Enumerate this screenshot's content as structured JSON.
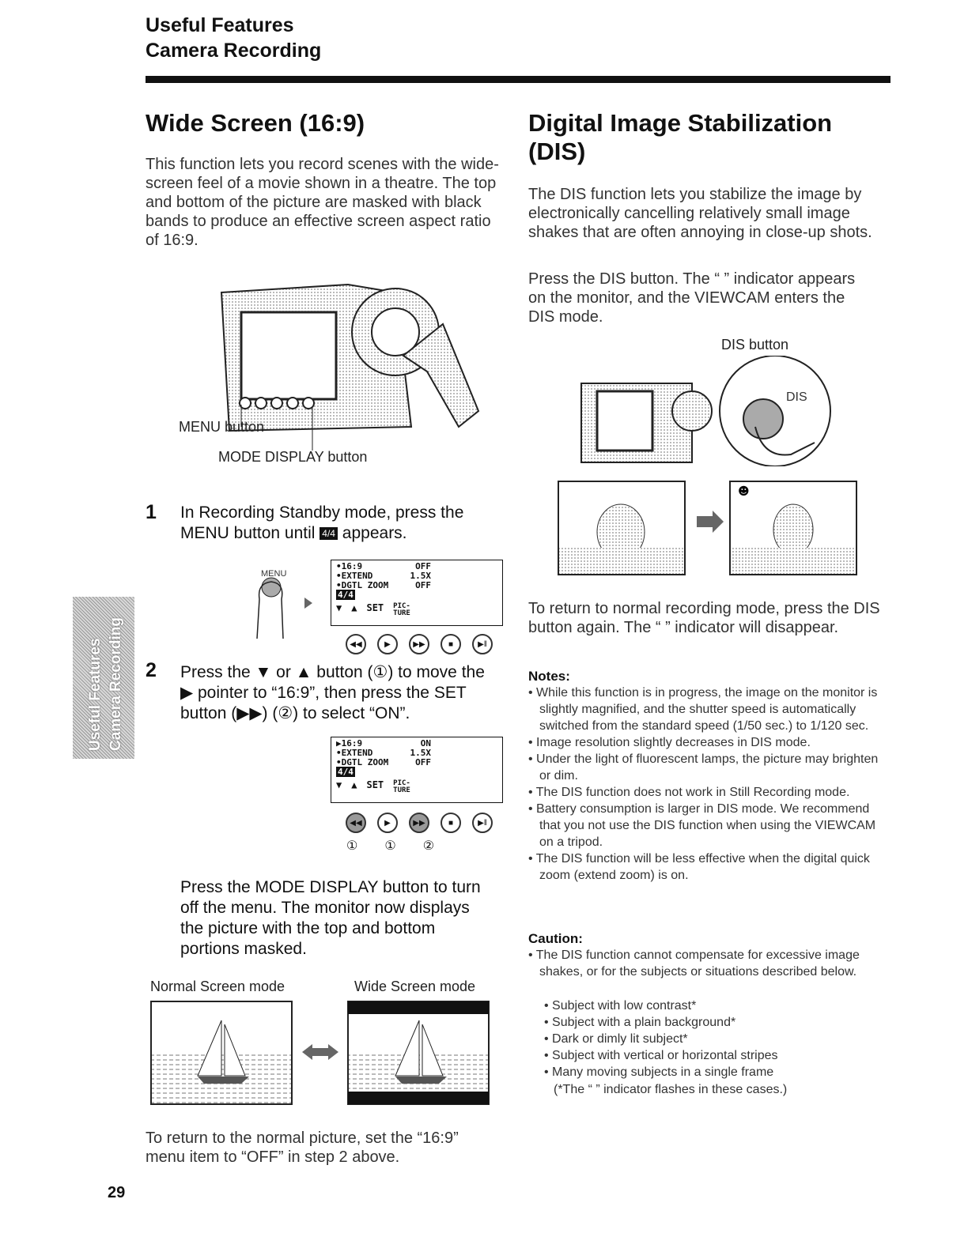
{
  "header": {
    "section": "Useful Features",
    "subsection": "Camera Recording"
  },
  "side_tab": {
    "line1": "Useful Features",
    "line2": "Camera Recording"
  },
  "left": {
    "title": "Wide Screen (16:9)",
    "intro": "This function lets you record scenes with the wide-screen feel of a movie shown in a theatre. The top and bottom of the picture are masked with black bands to produce an effective screen aspect ratio of 16:9.",
    "camera_labels": {
      "menu": "MENU button",
      "mode_display": "MODE DISPLAY button"
    },
    "step1": {
      "num": "1",
      "text_a": "In Recording Standby mode, press the MENU button until",
      "text_b": "appears.",
      "icon": "4/4"
    },
    "menu_small_label": "MENU",
    "lcd1": {
      "r1a": "•16:9",
      "r1b": "OFF",
      "r2a": "•EXTEND",
      "r2b": "1.5X",
      "r3a": "•DGTL ZOOM",
      "r3b": "OFF",
      "r4": "4/4",
      "down": "▼",
      "up": "▲",
      "set": "SET",
      "pic1": "PIC-",
      "pic2": "TURE"
    },
    "step2": {
      "num": "2",
      "text": "Press the ▼ or ▲ button (①) to move the ▶ pointer to “16:9”, then press the SET button (▶▶) (②) to select “ON”."
    },
    "lcd2": {
      "r1a": "▶16:9",
      "r1b": "ON",
      "r2a": "•EXTEND",
      "r2b": "1.5X",
      "r3a": "•DGTL ZOOM",
      "r3b": "OFF",
      "r4": "4/4",
      "down": "▼",
      "up": "▲",
      "set": "SET",
      "pic1": "PIC-",
      "pic2": "TURE"
    },
    "finger_labels": [
      "①",
      "①",
      "②"
    ],
    "mode_text": "Press the MODE DISPLAY button to turn off the menu. The monitor now displays the picture with the top and bottom portions masked.",
    "normal_label": "Normal Screen mode",
    "wide_label": "Wide Screen mode",
    "return_text": "To return to the normal picture, set the “16:9” menu item to “OFF” in step 2 above."
  },
  "right": {
    "title": "Digital Image Stabilization (DIS)",
    "intro": "The DIS function lets you stabilize the image by electronically cancelling relatively small image shakes that are often annoying in close-up shots.",
    "press": "Press the DIS button. The “ ” indicator appears on the monitor, and the VIEWCAM enters the DIS mode.",
    "dis_button_label": "DIS button",
    "dis_tag": "DIS",
    "return_text": "To return to normal recording mode, press the DIS button again. The “ ” indicator will disappear.",
    "notes_title": "Notes:",
    "notes": [
      "While this function is in progress, the image on the monitor is slightly magnified, and the shutter speed is automatically switched from the standard speed (1/50 sec.) to 1/120 sec.",
      "Image resolution slightly decreases in DIS mode.",
      "Under the light of fluorescent lamps, the picture may brighten or dim.",
      "The DIS function does not work in Still Recording mode.",
      "Battery consumption is larger in DIS mode. We recommend that you not use the DIS function when using the VIEWCAM on a tripod.",
      "The DIS function will be less effective when the digital quick zoom (extend zoom) is on."
    ],
    "caution_title": "Caution:",
    "caution": "The DIS function cannot compensate for excessive image shakes, or for the subjects or situations described below.",
    "caution_items": [
      "Subject with low contrast*",
      "Subject with a plain background*",
      "Dark or dimly lit subject*",
      "Subject with vertical or horizontal stripes",
      "Many moving subjects in a single frame"
    ],
    "footnote": "(*The “ ” indicator flashes in these cases.)"
  },
  "page_number": "29"
}
